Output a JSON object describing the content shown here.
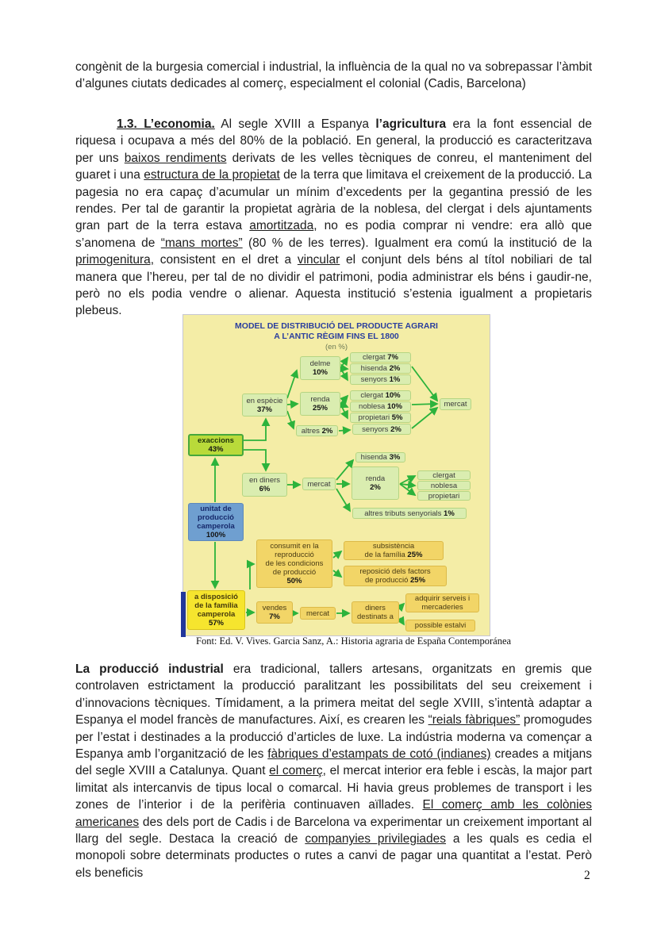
{
  "document": {
    "page_number": "2",
    "paragraphs": [
      {
        "id": "p1",
        "indent": false,
        "segments": [
          {
            "t": "congènit de la burgesia comercial i industrial, la influència de la qual no va sobrepassar l’àmbit d’algunes ciutats dedicades al comerç, especialment el colonial (Cadis, Barcelona)"
          }
        ]
      },
      {
        "id": "p2",
        "indent": true,
        "segments": [
          {
            "t": "1.3. L’economia.",
            "b": true,
            "u": true
          },
          {
            "t": "  Al segle XVIII a Espanya "
          },
          {
            "t": "l’agricultura",
            "b": true
          },
          {
            "t": " era la font essencial de riquesa i ocupava a més del 80% de la població.  En general, la producció  es caracteritzava per uns "
          },
          {
            "t": "baixos rendiments",
            "u": true
          },
          {
            "t": " derivats de les velles tècniques de conreu, el manteniment del guaret i una "
          },
          {
            "t": "estructura de la propietat",
            "u": true
          },
          {
            "t": " de la terra que limitava el creixement de la producció. La pagesia no era capaç d’acumular un mínim d’excedents per la gegantina pressió de les rendes. Per tal  de garantir la propietat agrària de la noblesa, del clergat i dels ajuntaments gran part de la terra estava "
          },
          {
            "t": "amortitzada",
            "u": true
          },
          {
            "t": ", no es podia comprar ni vendre: era allò que s’anomena de "
          },
          {
            "t": "“mans mortes”",
            "u": true
          },
          {
            "t": " (80 % de les terres). Igualment era comú la institució de la "
          },
          {
            "t": "primogenitura,",
            "u": true
          },
          {
            "t": " consistent en el dret a "
          },
          {
            "t": "vincular",
            "u": true
          },
          {
            "t": " el conjunt dels béns al títol nobiliari de tal manera que l’hereu, per tal de no dividir el patrimoni, podia administrar els béns i gaudir-ne, però no els podia vendre o alienar. Aquesta institució s’estenia igualment a propietaris plebeus."
          }
        ]
      },
      {
        "id": "p3",
        "indent": false,
        "segments": [
          {
            "t": "La producció industrial",
            "b": true
          },
          {
            "t": " era tradicional, tallers artesans, organitzats en gremis que controlaven estrictament la producció paralitzant les possibilitats del seu creixement i d’innovacions tècniques. Tímidament, a la primera meitat del segle XVIII, s’intentà adaptar a Espanya el model francès de manufactures. Així, es crearen les "
          },
          {
            "t": "“reials fàbriques”",
            "u": true
          },
          {
            "t": " promogudes per l’estat i destinades a la producció d’articles de luxe. La indústria moderna va començar a Espanya amb l’organització de les "
          },
          {
            "t": "fàbriques d’estampats de cotó (indianes)",
            "u": true
          },
          {
            "t": " creades a mitjans del segle XVIII a Catalunya. Quant "
          },
          {
            "t": "el comerç",
            "u": true
          },
          {
            "t": ", el mercat interior era feble i escàs, la major part limitat als intercanvis de tipus local o comarcal. Hi havia greus problemes de transport i les zones de l’interior i de la perifèria continuaven aïllades. "
          },
          {
            "t": "El comerç amb les colònies americanes",
            "u": true
          },
          {
            "t": " des dels port de Cadis i de Barcelona va experimentar un creixement important al llarg del segle. Destaca la creació de "
          },
          {
            "t": "companyies privilegiades",
            "u": true
          },
          {
            "t": " a les quals es cedia el monopoli sobre determinats productes o rutes a canvi de pagar una quantitat a l’estat. Però els beneficis"
          }
        ]
      }
    ]
  },
  "figure": {
    "title_line1": "MODEL DE DISTRIBUCIÓ DEL PRODUCTE AGRARI",
    "title_line2": "A L’ANTIC RÈGIM FINS EL 1800",
    "subtitle": "(en %)",
    "caption": "Font: Ed. V. Vives. Garcia Sanz, A.: Historia agraria de España Contemporánea",
    "colors": {
      "background": "#f4eda6",
      "arrow": "#2cb33c",
      "pale_green_box": "#daedb0",
      "bright_green_box": "#b9da3a",
      "blue_box": "#6f9fd0",
      "bright_yellow_box": "#f6e52e",
      "gold_box": "#f2d567",
      "title_text": "#2b3f9e"
    },
    "nodes": [
      {
        "id": "exaccions",
        "lines": [
          [
            {
              "t": "exaccions"
            }
          ],
          [
            {
              "b": "43%"
            }
          ]
        ]
      },
      {
        "id": "unitat",
        "lines": [
          [
            {
              "t": "unitat de"
            }
          ],
          [
            {
              "t": "producció"
            }
          ],
          [
            {
              "t": "camperola"
            }
          ],
          [
            {
              "b": "100%"
            }
          ]
        ]
      },
      {
        "id": "adisposicio",
        "lines": [
          [
            {
              "t": "a disposició"
            }
          ],
          [
            {
              "t": "de la família"
            }
          ],
          [
            {
              "t": "camperola"
            }
          ],
          [
            {
              "b": "57%"
            }
          ]
        ]
      },
      {
        "id": "especie",
        "lines": [
          [
            {
              "t": "en espècie"
            }
          ],
          [
            {
              "b": "37%"
            }
          ]
        ]
      },
      {
        "id": "diners6",
        "lines": [
          [
            {
              "t": "en diners"
            }
          ],
          [
            {
              "b": "6%"
            }
          ]
        ]
      },
      {
        "id": "delme",
        "lines": [
          [
            {
              "t": "delme"
            }
          ],
          [
            {
              "b": "10%"
            }
          ]
        ]
      },
      {
        "id": "renda25",
        "lines": [
          [
            {
              "t": "renda"
            }
          ],
          [
            {
              "b": "25%"
            }
          ]
        ]
      },
      {
        "id": "altres2",
        "lines": [
          [
            {
              "t": "altres "
            },
            {
              "b": "2%"
            }
          ]
        ]
      },
      {
        "id": "c7",
        "lines": [
          [
            {
              "t": "clergat "
            },
            {
              "b": "7%"
            }
          ]
        ]
      },
      {
        "id": "h2",
        "lines": [
          [
            {
              "t": "hisenda "
            },
            {
              "b": "2%"
            }
          ]
        ]
      },
      {
        "id": "s1",
        "lines": [
          [
            {
              "t": "senyors "
            },
            {
              "b": "1%"
            }
          ]
        ]
      },
      {
        "id": "c10",
        "lines": [
          [
            {
              "t": "clergat "
            },
            {
              "b": "10%"
            }
          ]
        ]
      },
      {
        "id": "n10",
        "lines": [
          [
            {
              "t": "noblesa "
            },
            {
              "b": "10%"
            }
          ]
        ]
      },
      {
        "id": "p5",
        "lines": [
          [
            {
              "t": "propietari "
            },
            {
              "b": "5%"
            }
          ]
        ]
      },
      {
        "id": "s2b",
        "lines": [
          [
            {
              "t": "senyors "
            },
            {
              "b": "2%"
            }
          ]
        ]
      },
      {
        "id": "mercat1",
        "lines": [
          [
            {
              "t": "mercat"
            }
          ]
        ]
      },
      {
        "id": "mercat2",
        "lines": [
          [
            {
              "t": "mercat"
            }
          ]
        ]
      },
      {
        "id": "hisenda3",
        "lines": [
          [
            {
              "t": "hisenda "
            },
            {
              "b": "3%"
            }
          ]
        ]
      },
      {
        "id": "renda2",
        "lines": [
          [
            {
              "t": "renda"
            }
          ],
          [
            {
              "b": "2%"
            }
          ]
        ]
      },
      {
        "id": "g3a",
        "lines": [
          [
            {
              "t": "clergat"
            }
          ]
        ]
      },
      {
        "id": "g3b",
        "lines": [
          [
            {
              "t": "noblesa"
            }
          ]
        ]
      },
      {
        "id": "g3c",
        "lines": [
          [
            {
              "t": "propietari"
            }
          ]
        ]
      },
      {
        "id": "tributs1",
        "lines": [
          [
            {
              "t": "altres tributs senyorials "
            },
            {
              "b": "1%"
            }
          ]
        ]
      },
      {
        "id": "consumit",
        "lines": [
          [
            {
              "t": "consumit en la"
            }
          ],
          [
            {
              "t": "reproducció"
            }
          ],
          [
            {
              "t": "de les condicions"
            }
          ],
          [
            {
              "t": "de producció"
            }
          ],
          [
            {
              "b": "50%"
            }
          ]
        ]
      },
      {
        "id": "subsist",
        "lines": [
          [
            {
              "t": "subsistència"
            }
          ],
          [
            {
              "t": "de la família "
            },
            {
              "b": "25%"
            }
          ]
        ]
      },
      {
        "id": "reposicio",
        "lines": [
          [
            {
              "t": "reposició dels factors"
            }
          ],
          [
            {
              "t": "de producció "
            },
            {
              "b": "25%"
            }
          ]
        ]
      },
      {
        "id": "vendes",
        "lines": [
          [
            {
              "t": "vendes"
            }
          ],
          [
            {
              "b": "7%"
            }
          ]
        ]
      },
      {
        "id": "mercat3",
        "lines": [
          [
            {
              "t": "mercat"
            }
          ]
        ]
      },
      {
        "id": "dinersdest",
        "lines": [
          [
            {
              "t": "diners"
            }
          ],
          [
            {
              "t": "destinats a"
            }
          ]
        ]
      },
      {
        "id": "adquirir",
        "lines": [
          [
            {
              "t": "adquirir serveis i"
            }
          ],
          [
            {
              "t": "mercaderies"
            }
          ]
        ]
      },
      {
        "id": "estalvi",
        "lines": [
          [
            {
              "t": "possible estalvi"
            }
          ]
        ]
      }
    ]
  }
}
